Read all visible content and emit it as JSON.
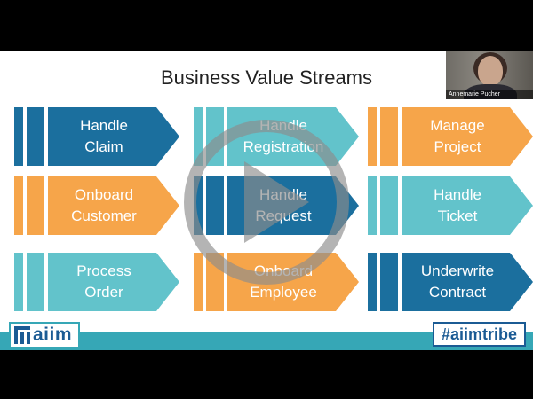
{
  "slide": {
    "title": "Business Value Streams",
    "presenter_name": "Annemarie Pucher",
    "logo_text": "aiim",
    "hashtag": "#aiimtribe"
  },
  "streams": [
    {
      "name": "handle-claim",
      "line1": "Handle",
      "line2": "Claim",
      "color": "#1b6f9e"
    },
    {
      "name": "handle-registration",
      "line1": "Handle",
      "line2": "Registration",
      "color": "#62c3cb"
    },
    {
      "name": "manage-project",
      "line1": "Manage",
      "line2": "Project",
      "color": "#f6a54a"
    },
    {
      "name": "onboard-customer",
      "line1": "Onboard",
      "line2": "Customer",
      "color": "#f6a54a"
    },
    {
      "name": "handle-request",
      "line1": "Handle",
      "line2": "Request",
      "color": "#1b6f9e"
    },
    {
      "name": "handle-ticket",
      "line1": "Handle",
      "line2": "Ticket",
      "color": "#62c3cb"
    },
    {
      "name": "process-order",
      "line1": "Process",
      "line2": "Order",
      "color": "#62c3cb"
    },
    {
      "name": "onboard-employee",
      "line1": "Onboard",
      "line2": "Employee",
      "color": "#f6a54a"
    },
    {
      "name": "underwrite-contract",
      "line1": "Underwrite",
      "line2": "Contract",
      "color": "#1b6f9e"
    }
  ],
  "colors": {
    "dark_blue": "#1b6f9e",
    "teal": "#62c3cb",
    "orange": "#f6a54a",
    "strip": "#36a7b6"
  }
}
